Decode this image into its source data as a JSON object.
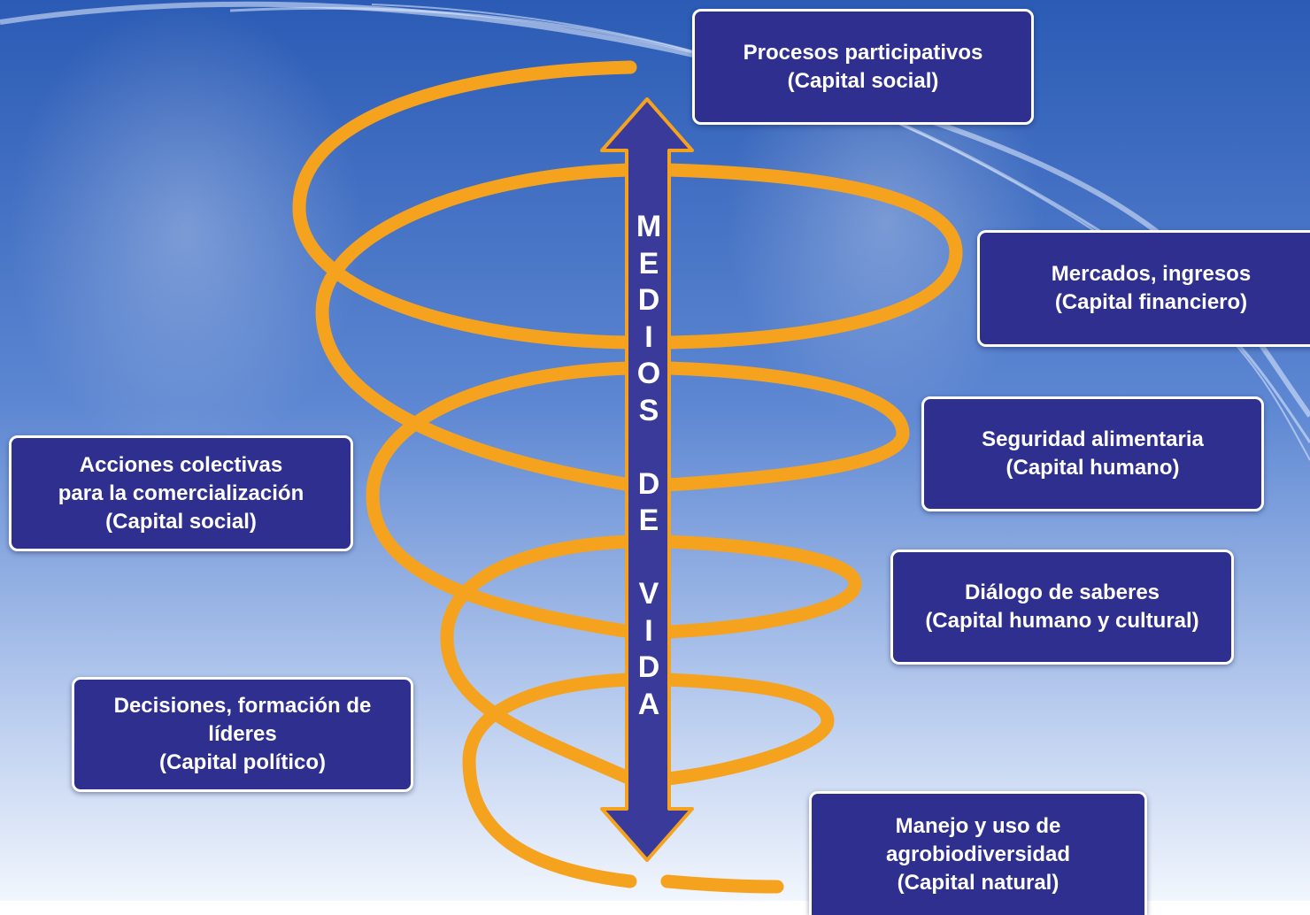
{
  "arrow_label": "M\nE\nD\nI\nO\nS\n\nD\nE\n\nV\nI\nD\nA",
  "boxes": {
    "procesos": {
      "line1": "Procesos participativos",
      "line2": "(Capital social)"
    },
    "mercados": {
      "line1": "Mercados, ingresos",
      "line2": "(Capital financiero)"
    },
    "seguridad": {
      "line1": "Seguridad alimentaria",
      "line2": "(Capital humano)"
    },
    "dialogo": {
      "line1": "Diálogo de saberes",
      "line2": "(Capital humano y cultural)"
    },
    "manejo": {
      "line1": "Manejo y uso de",
      "line2": "agrobiodiversidad",
      "line3": "(Capital natural)"
    },
    "acciones": {
      "line1": "Acciones colectivas",
      "line2": "para la comercialización",
      "line3": "(Capital social)"
    },
    "decisiones": {
      "line1": "Decisiones, formación de",
      "line2": "líderes",
      "line3": "(Capital político)"
    }
  },
  "colors": {
    "spiral": "#f5a31f",
    "box_fill": "#2f2f8f",
    "arrow_fill": "#3a3a9a",
    "arrow_outline": "#f5a31f",
    "background_top": "#2e5fb8",
    "background_bottom": "#eef3fc"
  }
}
